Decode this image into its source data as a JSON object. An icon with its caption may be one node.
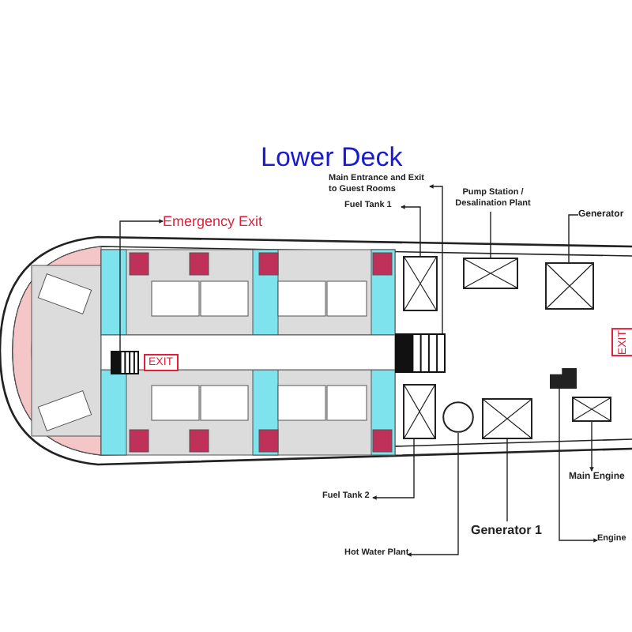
{
  "diagram": {
    "title": "Lower Deck",
    "nodes": [
      {
        "text": [
          "Emergency Exit"
        ]
      },
      {
        "text": [
          "Main Entrance and Exit to Guest Rooms"
        ]
      },
      {
        "text": [
          "Fuel Tank 1"
        ]
      },
      {
        "text": [
          "Pump Station / Desalination Plant"
        ]
      },
      {
        "text": [
          "Generator"
        ]
      },
      {
        "text": [],
        "shape": "box"
      },
      {
        "text": [],
        "shape": "box"
      },
      {
        "text": [],
        "shape": "box"
      },
      {
        "text": [],
        "shape": "box"
      },
      {
        "text": [],
        "shape": "box"
      },
      {
        "text": [],
        "shape": "box"
      },
      {
        "text": [],
        "shape": "circle"
      },
      {
        "text": [],
        "shape": "box"
      },
      {
        "text": [],
        "shape": "box"
      },
      {
        "text": [],
        "shape": "box"
      },
      {
        "text": [
          "Fuel Tank 2"
        ]
      },
      {
        "text": [
          "Hot Water Plant"
        ]
      },
      {
        "text": [
          "Generator 1"
        ]
      },
      {
        "text": [
          "Main Engine"
        ]
      },
      {
        "text": [
          "Engine"
        ]
      }
    ],
    "edges": [
      {
        "from": 5,
        "to": 0,
        "arrow": "to"
      },
      {
        "from": 6,
        "to": 1,
        "arrow": "to"
      },
      {
        "from": 7,
        "to": 2,
        "arrow": "to"
      },
      {
        "from": 8,
        "to": 3,
        "arrow": "none"
      },
      {
        "from": 9,
        "to": 4,
        "arrow": "none"
      },
      {
        "from": 10,
        "to": 15,
        "arrow": "to"
      },
      {
        "from": 11,
        "to": 16,
        "arrow": "to"
      },
      {
        "from": 12,
        "to": 17,
        "arrow": "none"
      },
      {
        "from": 14,
        "to": 18,
        "arrow": "to"
      },
      {
        "from": 13,
        "to": 19,
        "arrow": "to"
      }
    ],
    "labels": [
      "EXIT",
      "EXIT"
    ]
  }
}
